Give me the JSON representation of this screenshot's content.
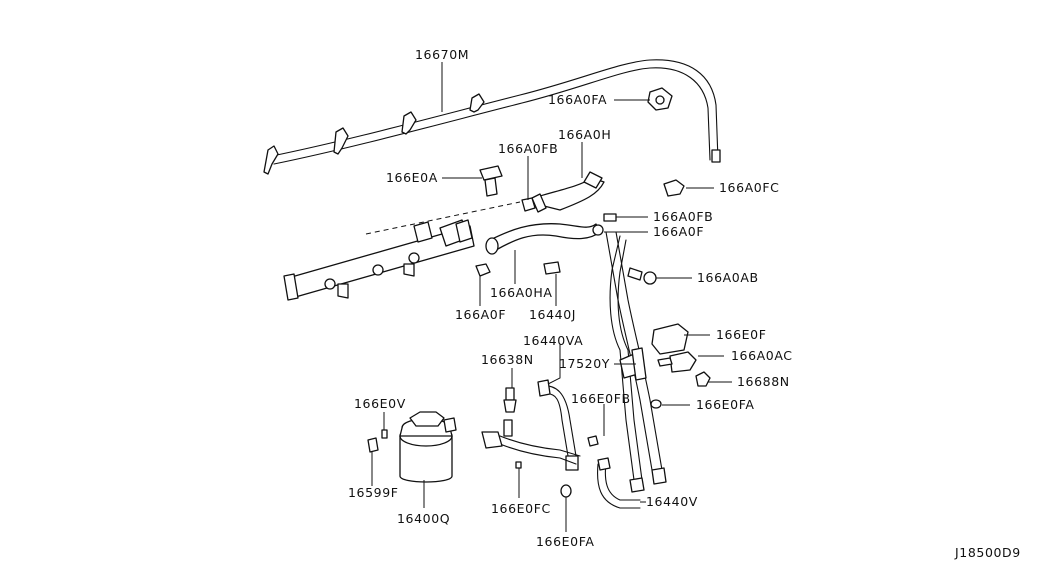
{
  "labels": {
    "p16670M": "16670M",
    "p166A0FA": "166A0FA",
    "p166A0H": "166A0H",
    "p166A0FB_top": "166A0FB",
    "p166E0A": "166E0A",
    "p166A0FC": "166A0FC",
    "p166A0FB_right": "166A0FB",
    "p166A0F_right": "166A0F",
    "p166A0AB": "166A0AB",
    "p166A0HA": "166A0HA",
    "p166A0F_left": "166A0F",
    "p16440J": "16440J",
    "p166E0F": "166E0F",
    "p16440VA": "16440VA",
    "p166A0AC": "166A0AC",
    "p16638N": "16638N",
    "p17520Y": "17520Y",
    "p16688N": "16688N",
    "p166E0FB": "166E0FB",
    "p166E0FA_right": "166E0FA",
    "p166E0V": "166E0V",
    "p16599F": "16599F",
    "p16440V": "16440V",
    "p166E0FC": "166E0FC",
    "p16400Q": "16400Q",
    "p166E0FA_bottom": "166E0FA",
    "diagram_code": "J18500D9"
  }
}
